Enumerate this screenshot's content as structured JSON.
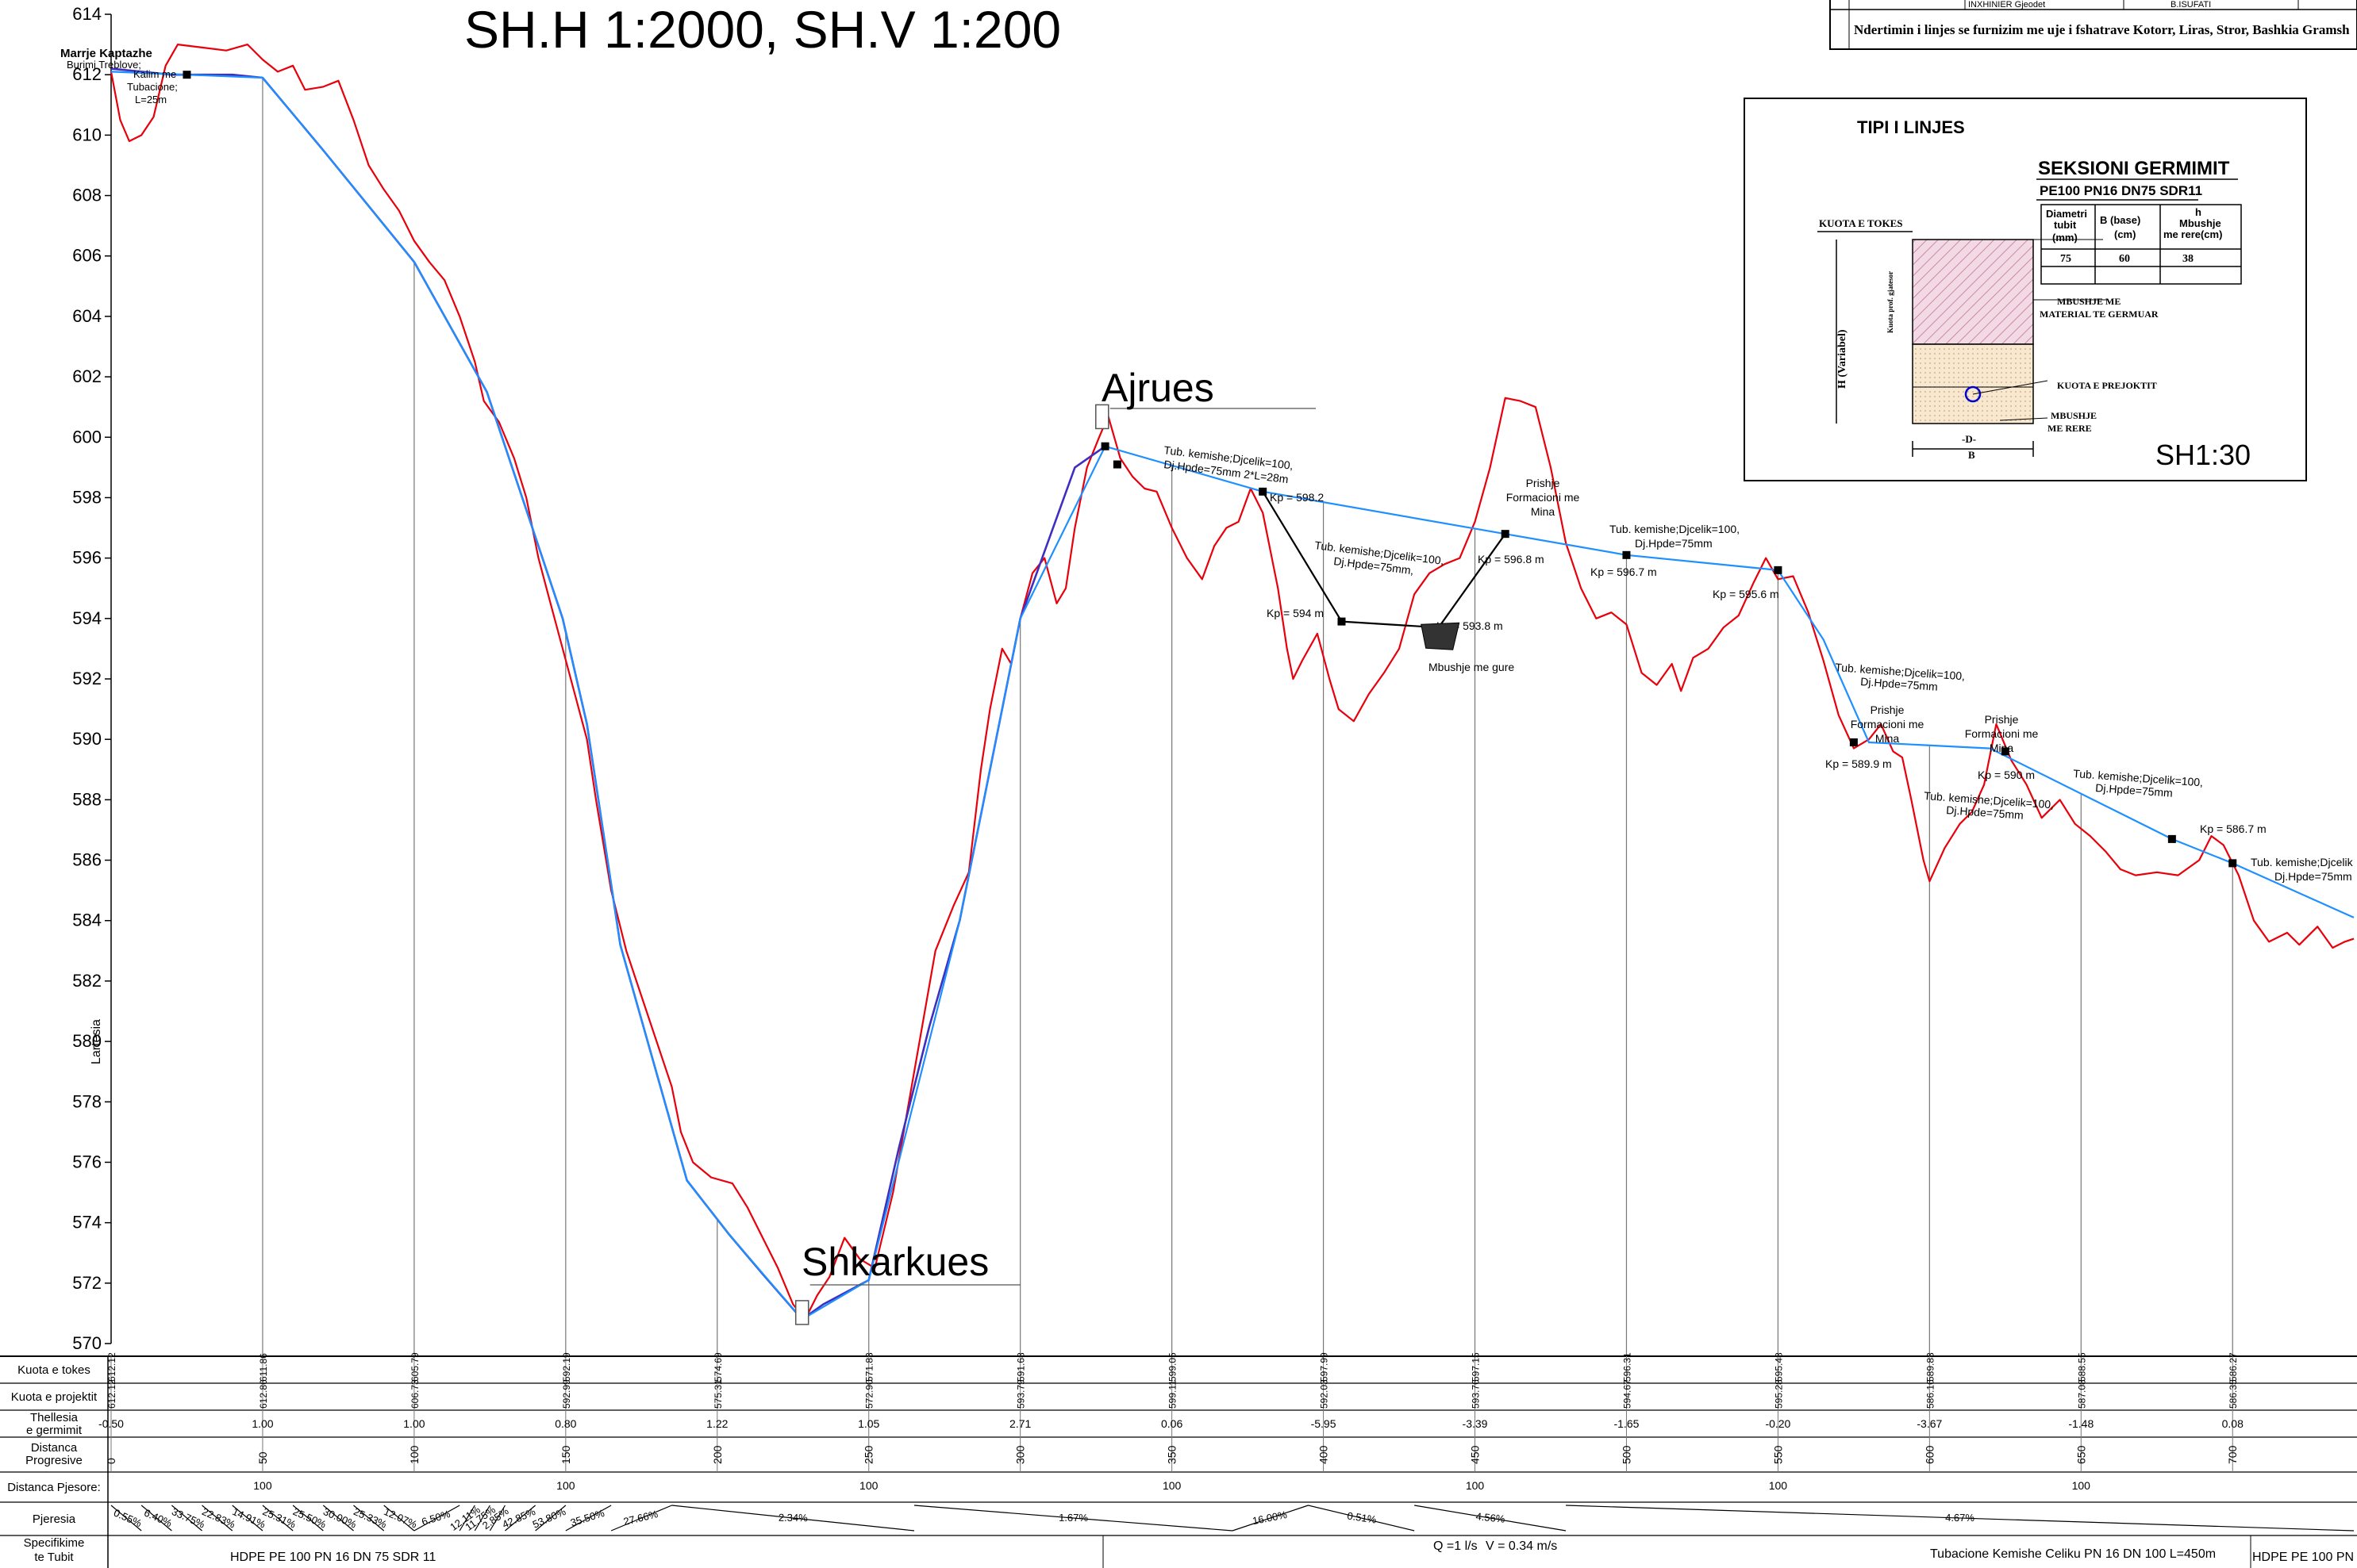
{
  "title": "SH.H 1:2000, SH.V 1:200",
  "title_block": {
    "engineer": "INXHINIER Gjeodet",
    "name": "B.ISUFATI",
    "project": "Ndertimin i linjes se furnizim me uje i fshatrave Kotorr, Liras, Stror, Bashkia Gramsh"
  },
  "chart_data": {
    "type": "line",
    "y_ticks": [
      570,
      572,
      574,
      576,
      578,
      580,
      582,
      584,
      586,
      588,
      590,
      592,
      594,
      596,
      598,
      600,
      602,
      604,
      606,
      608,
      610,
      612,
      614
    ],
    "ylim": [
      570,
      614
    ],
    "xlim": [
      0,
      740
    ],
    "ylabel": "Lartesia",
    "series": [
      {
        "color": "#e8000b",
        "values": [
          [
            0,
            612.1
          ],
          [
            3,
            610.5
          ],
          [
            6,
            609.8
          ],
          [
            10,
            610
          ],
          [
            14,
            610.6
          ],
          [
            18,
            612.3
          ],
          [
            22,
            613
          ],
          [
            30,
            612.9
          ],
          [
            38,
            612.8
          ],
          [
            45,
            613
          ],
          [
            50,
            612.5
          ],
          [
            55,
            612.1
          ],
          [
            60,
            612.3
          ],
          [
            64,
            611.5
          ],
          [
            70,
            611.6
          ],
          [
            75,
            611.8
          ],
          [
            80,
            610.5
          ],
          [
            85,
            609
          ],
          [
            90,
            608.2
          ],
          [
            95,
            607.5
          ],
          [
            100,
            606.5
          ],
          [
            105,
            605.8
          ],
          [
            110,
            605.2
          ],
          [
            115,
            604
          ],
          [
            120,
            602.5
          ],
          [
            123,
            601.2
          ],
          [
            128,
            600.5
          ],
          [
            133,
            599.3
          ],
          [
            137,
            598
          ],
          [
            141,
            596
          ],
          [
            145,
            594.5
          ],
          [
            149,
            593
          ],
          [
            153,
            591.5
          ],
          [
            157,
            590
          ],
          [
            160,
            588
          ],
          [
            165,
            585
          ],
          [
            170,
            583
          ],
          [
            175,
            581.5
          ],
          [
            180,
            580
          ],
          [
            185,
            578.5
          ],
          [
            188,
            577
          ],
          [
            192,
            576
          ],
          [
            198,
            575.5
          ],
          [
            205,
            575.3
          ],
          [
            210,
            574.5
          ],
          [
            215,
            573.5
          ],
          [
            220,
            572.5
          ],
          [
            225,
            571.3
          ],
          [
            229,
            570.8
          ],
          [
            233,
            571.6
          ],
          [
            237,
            572.2
          ],
          [
            242,
            573.5
          ],
          [
            247,
            572.8
          ],
          [
            252,
            572.5
          ],
          [
            258,
            575
          ],
          [
            265,
            579
          ],
          [
            272,
            583
          ],
          [
            278,
            584.5
          ],
          [
            283,
            585.6
          ],
          [
            287,
            589
          ],
          [
            290,
            591
          ],
          [
            294,
            593
          ],
          [
            297,
            592.5
          ],
          [
            300,
            594
          ],
          [
            304,
            595.5
          ],
          [
            308,
            596
          ],
          [
            312,
            594.5
          ],
          [
            315,
            595
          ],
          [
            318,
            597
          ],
          [
            322,
            599
          ],
          [
            326,
            600
          ],
          [
            329,
            600.7
          ],
          [
            333,
            599.3
          ],
          [
            337,
            598.7
          ],
          [
            341,
            598.3
          ],
          [
            345,
            598.2
          ],
          [
            350,
            597
          ],
          [
            355,
            596
          ],
          [
            360,
            595.3
          ],
          [
            364,
            596.4
          ],
          [
            368,
            597
          ],
          [
            372,
            597.2
          ],
          [
            376,
            598.3
          ],
          [
            380,
            597.5
          ],
          [
            385,
            595
          ],
          [
            388,
            593
          ],
          [
            390,
            592
          ],
          [
            393,
            592.6
          ],
          [
            398,
            593.5
          ],
          [
            402,
            592
          ],
          [
            405,
            591
          ],
          [
            410,
            590.6
          ],
          [
            415,
            591.5
          ],
          [
            420,
            592.2
          ],
          [
            425,
            593
          ],
          [
            430,
            594.8
          ],
          [
            435,
            595.5
          ],
          [
            440,
            595.8
          ],
          [
            445,
            596
          ],
          [
            450,
            597.2
          ],
          [
            455,
            599
          ],
          [
            460,
            601.3
          ],
          [
            465,
            601.2
          ],
          [
            470,
            601
          ],
          [
            475,
            599
          ],
          [
            480,
            596.5
          ],
          [
            485,
            595
          ],
          [
            490,
            594
          ],
          [
            495,
            594.2
          ],
          [
            500,
            593.8
          ],
          [
            505,
            592.2
          ],
          [
            510,
            591.8
          ],
          [
            515,
            592.5
          ],
          [
            518,
            591.6
          ],
          [
            522,
            592.7
          ],
          [
            527,
            593
          ],
          [
            532,
            593.7
          ],
          [
            537,
            594.1
          ],
          [
            542,
            595.2
          ],
          [
            546,
            596
          ],
          [
            550,
            595.3
          ],
          [
            555,
            595.4
          ],
          [
            560,
            594.2
          ],
          [
            565,
            592.6
          ],
          [
            570,
            590.8
          ],
          [
            575,
            589.7
          ],
          [
            580,
            590
          ],
          [
            584,
            590.5
          ],
          [
            588,
            589.6
          ],
          [
            591,
            589.4
          ],
          [
            594,
            588
          ],
          [
            598,
            586
          ],
          [
            600,
            585.3
          ],
          [
            605,
            586.4
          ],
          [
            610,
            587.2
          ],
          [
            614,
            587.6
          ],
          [
            618,
            588.5
          ],
          [
            622,
            590.5
          ],
          [
            627,
            589.3
          ],
          [
            632,
            588.5
          ],
          [
            637,
            587.4
          ],
          [
            643,
            588
          ],
          [
            648,
            587.2
          ],
          [
            653,
            586.8
          ],
          [
            658,
            586.3
          ],
          [
            663,
            585.7
          ],
          [
            668,
            585.5
          ],
          [
            675,
            585.6
          ],
          [
            682,
            585.5
          ],
          [
            689,
            586
          ],
          [
            693,
            586.8
          ],
          [
            697,
            586.5
          ],
          [
            702,
            585.5
          ],
          [
            707,
            584
          ],
          [
            712,
            583.3
          ],
          [
            718,
            583.6
          ],
          [
            722,
            583.2
          ],
          [
            728,
            583.8
          ],
          [
            733,
            583.1
          ],
          [
            737,
            583.3
          ],
          [
            740,
            583.4
          ]
        ]
      },
      {
        "color": "#3f2fbf",
        "values": [
          [
            0,
            612.2
          ],
          [
            20,
            612
          ],
          [
            40,
            612
          ],
          [
            50,
            611.9
          ],
          [
            70,
            609.5
          ],
          [
            100,
            605.8
          ],
          [
            124,
            601.5
          ],
          [
            149,
            594
          ],
          [
            157,
            590.5
          ],
          [
            168,
            583.2
          ],
          [
            190,
            575.4
          ],
          [
            204,
            573.6
          ],
          [
            215,
            572.3
          ],
          [
            228,
            570.8
          ],
          [
            235,
            571.3
          ],
          [
            250,
            572.1
          ],
          [
            260,
            576.5
          ],
          [
            270,
            580.5
          ],
          [
            280,
            584
          ],
          [
            300,
            594
          ],
          [
            318,
            599
          ],
          [
            328,
            599.7
          ]
        ]
      },
      {
        "color": "#1e90ff",
        "values": [
          [
            0,
            612.1
          ],
          [
            50,
            611.9
          ],
          [
            70,
            609.5
          ],
          [
            100,
            605.8
          ],
          [
            124,
            601.5
          ],
          [
            149,
            594
          ],
          [
            157,
            590.5
          ],
          [
            168,
            583.2
          ],
          [
            190,
            575.4
          ],
          [
            204,
            573.6
          ],
          [
            228,
            570.8
          ],
          [
            250,
            572.1
          ],
          [
            280,
            584
          ],
          [
            300,
            594
          ],
          [
            328,
            599.7
          ],
          [
            380,
            598.2
          ],
          [
            460,
            596.8
          ],
          [
            500,
            596.1
          ],
          [
            550,
            595.6
          ],
          [
            565,
            593.3
          ],
          [
            580,
            589.9
          ],
          [
            620,
            589.7
          ],
          [
            680,
            586.7
          ],
          [
            700,
            585.9
          ],
          [
            740,
            584.1
          ]
        ]
      },
      {
        "color": "#000000",
        "values": [
          [
            380,
            598.2
          ],
          [
            406,
            593.9
          ],
          [
            438,
            593.7
          ],
          [
            460,
            596.8
          ]
        ]
      }
    ]
  },
  "labels": {
    "start": [
      "Marrje Kaptazhe",
      "Burimi Treblove;",
      "Kalim me",
      "Tubacione;",
      "L=25m"
    ],
    "ajrues": "Ajrues",
    "shkarkues": "Shkarkues",
    "tub1": [
      "Tub. kemishe;Djcelik=100,",
      "Dj.Hpde=75mm 2*L=28m"
    ],
    "tub2": [
      "Tub. kemishe;Djcelik=100,",
      "Dj.Hpde=75mm,"
    ],
    "tub3": [
      "Tub. kemishe;Djcelik=100,",
      "Dj.Hpde=75mm"
    ],
    "tub4": [
      "Tub. kemishe;Djcelik=100,",
      "Dj.Hpde=75mm"
    ],
    "tub5": [
      "Tub. kemishe;Djcelik=100,",
      "Dj.Hpde=75mm"
    ],
    "tub6": [
      "Tub. kemishe;Djcelik=100,",
      "Dj.Hpde=75mm"
    ],
    "tub7": [
      "Tub. kemishe;Djcelik",
      "Dj.Hpde=75mm"
    ],
    "prishje1": [
      "Prishje",
      "Formacioni me",
      "Mina"
    ],
    "prishje2": [
      "Prishje",
      "Formacioni me",
      "Mina"
    ],
    "prishje3": [
      "Prishje",
      "Formacioni me",
      "Mina"
    ],
    "kp": [
      "Kp = 598.2",
      "Kp = 594 m",
      "Kp = 593.8 m",
      "Kp = 596.8 m",
      "Kp = 596.7 m",
      "Kp = 595.6 m",
      "Kp = 589.9 m",
      "Kp = 590 m",
      "Kp = 586.7 m"
    ],
    "mbushje_gure": "Mbushje me gure"
  },
  "section": {
    "tipi": "TIPI I LINJES",
    "seksioni": "SEKSIONI GERMIMIT",
    "pipe": "PE100 PN16 DN75 SDR11",
    "col_headers": [
      "Diametri tubit (mm)",
      "B (base) (cm)",
      "h Mbushje me rere(cm)"
    ],
    "row": [
      "75",
      "60",
      "38"
    ],
    "kuota_tokes": "KUOTA E TOKES",
    "kuota_prejoktit": "KUOTA E PREJOKTIT",
    "h_variabel": "H (Variabel)",
    "kuota_prof": "Kuota prof. gjatesor",
    "mbushje_mat": [
      "MBUSHJE ME",
      "MATERIAL TE GERMUAR"
    ],
    "mbushje_rere": [
      "MBUSHJE",
      "ME RERE"
    ],
    "d": "-D-",
    "b": "B",
    "scale": "SH1:30"
  },
  "band": {
    "row_labels": [
      "Kuota e tokes",
      "Kuota e projektit",
      "Thellesia e germimit",
      "Distanca Progresive",
      "Distanca Pjesore:",
      "Pjeresia",
      "Specifikime te Tubit"
    ],
    "stations": [
      "0",
      "50",
      "100",
      "150",
      "200",
      "250",
      "300",
      "350",
      "400",
      "450",
      "500",
      "550",
      "600",
      "650",
      "700"
    ],
    "kuota": [
      "612.12",
      "611.86",
      "605.79",
      "592.19",
      "574.69",
      "571.83",
      "591.68",
      "599.05",
      "597.99",
      "597.15",
      "596.31",
      "595.48",
      "589.83",
      "588.55",
      "586.27"
    ],
    "projektit": [
      "612.12",
      "612.86",
      "606.73",
      "592.99",
      "575.31",
      "572.90",
      "593.79",
      "599.11",
      "592.03",
      "593.76",
      "594.67",
      "595.28",
      "586.16",
      "587.08",
      "586.35"
    ],
    "thellesia": [
      "-0.50",
      "1.00",
      "1.00",
      "0.80",
      "1.22",
      "1.05",
      "2.71",
      "0.06",
      "-5.95",
      "-3.39",
      "-1.65",
      "-0.20",
      "-3.67",
      "-1.48",
      "0.08"
    ],
    "pjesore": [
      "100",
      "100",
      "100",
      "100",
      "100",
      "100",
      "100"
    ],
    "pjeresia": [
      "0.55%",
      "6.40%",
      "33.75%",
      "22.83%",
      "14.91%",
      "25.31%",
      "25.50%",
      "30.00%",
      "25.33%",
      "12.07%",
      "6.50%",
      "12.11%",
      "11.75%",
      "2.85%",
      "42.85%",
      "53.80%",
      "35.50%",
      "27.66%",
      "2.34%",
      "1.67%",
      "16.00%",
      "0.51%",
      "4.56%",
      "4.67%"
    ],
    "spec1": "HDPE PE 100 PN 16 DN 75 SDR 11",
    "spec_q": "Q =1 l/s",
    "spec_v": "V = 0.34 m/s",
    "spec2": "Tubacione Kemishe Celiku PN 16 DN 100  L=450m",
    "spec3": "HDPE PE 100 PN"
  }
}
